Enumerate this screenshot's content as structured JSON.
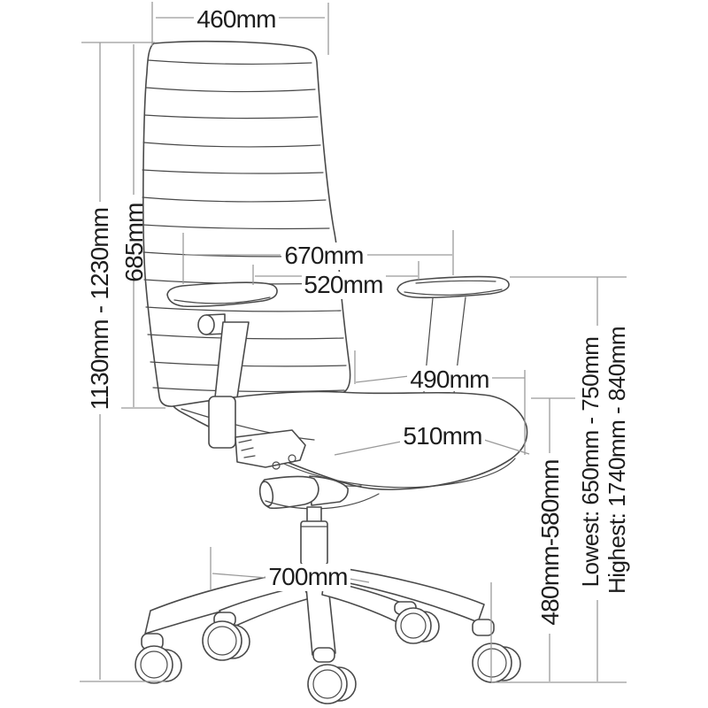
{
  "diagram": {
    "name": "office-chair-dimension-diagram",
    "colors": {
      "chair_line": "#4a4a4a",
      "dimension_line": "#9a9a9a",
      "label_text": "#1d1d1d",
      "background": "#ffffff"
    },
    "labels": {
      "back_width": "460mm",
      "overall_height": "1130mm - 1230mm",
      "back_height": "685mm",
      "armrest_outer_width": "670mm",
      "armrest_inner_width": "520mm",
      "seat_width": "490mm",
      "seat_depth": "510mm",
      "base_diameter": "700mm",
      "seat_height_range": "480mm-580mm",
      "armrest_height_lowest": "Lowest: 650mm - 750mm",
      "armrest_height_highest": "Highest: 1740mm - 840mm"
    }
  }
}
